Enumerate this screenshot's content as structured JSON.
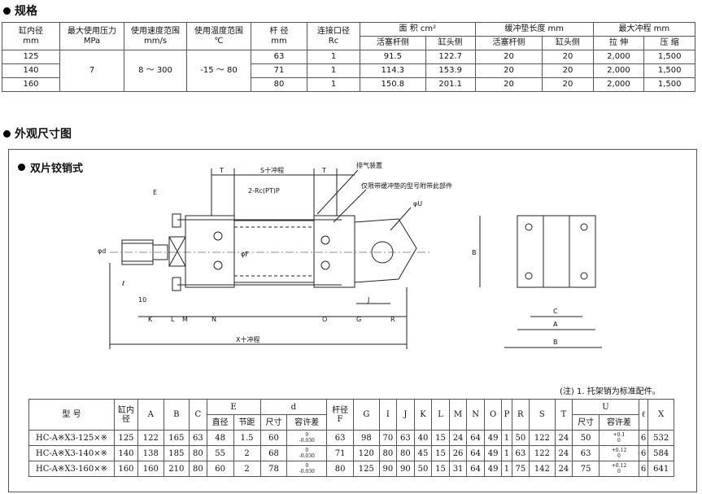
{
  "sections": {
    "spec_title": "规格",
    "outline_title": "外观尺寸图",
    "style_title": "双片铰销式"
  },
  "spec": {
    "headers": {
      "bore": "缸内径",
      "bore_unit": "mm",
      "pressure": "最大使用压力",
      "pressure_unit": "MPa",
      "speed": "使用速度范围",
      "speed_unit": "mm/s",
      "temp": "使用温度范围",
      "temp_unit": "℃",
      "rod": "杆  径",
      "rod_unit": "mm",
      "port": "连接口径",
      "port_unit": "Rc",
      "area": "面  积  cm²",
      "area_piston": "活塞杆侧",
      "area_head": "缸头侧",
      "cushion": "缓冲垫长度  mm",
      "cushion_piston": "活塞杆侧",
      "cushion_head": "缸头侧",
      "stroke": "最大冲程  mm",
      "stroke_extend": "拉  伸",
      "stroke_compress": "压  缩"
    },
    "pressure": "7",
    "speed": "8 ～ 300",
    "temp": "-15 ～ 80",
    "rows": [
      {
        "bore": "125",
        "rod": "63",
        "port": "1",
        "a1": "91.5",
        "a2": "122.7",
        "c1": "20",
        "c2": "20",
        "s1": "2,000",
        "s2": "1,500"
      },
      {
        "bore": "140",
        "rod": "71",
        "port": "1",
        "a1": "114.3",
        "a2": "153.9",
        "c1": "20",
        "c2": "20",
        "s1": "2,000",
        "s2": "1,500"
      },
      {
        "bore": "160",
        "rod": "80",
        "port": "1",
        "a1": "150.8",
        "a2": "201.1",
        "c1": "20",
        "c2": "20",
        "s1": "2,000",
        "s2": "1,500"
      }
    ]
  },
  "drawing": {
    "labels": {
      "t1": "T",
      "s_stroke": "S十冲程",
      "t2": "T",
      "e": "E",
      "port": "2-Rc(PT)P",
      "vent": "排气装置",
      "cushion_note": "仅限带缓冲垫的型号附带此部件",
      "phi_u": "φU",
      "phi_d": "φd",
      "phi_f": "φF",
      "l": "ℓ",
      "ten": "10",
      "k": "K",
      "l2": "L",
      "m": "M",
      "n": "N",
      "o": "O",
      "g": "G",
      "r": "R",
      "j": "J",
      "x_stroke": "X十冲程",
      "b": "B",
      "c": "C",
      "a": "A",
      "b2": "B"
    }
  },
  "note": "(注) 1. 托架销为标准配件。",
  "dims": {
    "headers": {
      "model": "型  号",
      "bore": "缸内径",
      "a": "A",
      "b": "B",
      "c": "C",
      "e": "E",
      "e_dia": "直径",
      "e_pitch": "节距",
      "d": "d",
      "d_size": "尺寸",
      "d_tol": "容许差",
      "rod": "杆径",
      "rod_f": "F",
      "g": "G",
      "i": "I",
      "j": "J",
      "k": "K",
      "l": "L",
      "m": "M",
      "n": "N",
      "o": "O",
      "p": "P",
      "r": "R",
      "s": "S",
      "t": "T",
      "u": "U",
      "u_size": "尺寸",
      "u_tol": "容许差",
      "ell": "ℓ",
      "x": "X"
    },
    "rows": [
      {
        "model": "HC-A※X3-125×※",
        "bore": "125",
        "a": "122",
        "b": "165",
        "c": "63",
        "e1": "48",
        "e2": "1.5",
        "d": "60",
        "dt_hi": "0",
        "dt_lo": "-0.030",
        "f": "63",
        "g": "98",
        "i": "70",
        "j": "63",
        "k": "40",
        "l": "15",
        "m": "24",
        "n": "64",
        "o": "49",
        "p": "1",
        "r": "50",
        "s": "122",
        "t": "24",
        "u": "50",
        "ut_hi": "+0.1",
        "ut_lo": "0",
        "ell": "6",
        "x": "532"
      },
      {
        "model": "HC-A※X3-140×※",
        "bore": "140",
        "a": "138",
        "b": "185",
        "c": "80",
        "e1": "55",
        "e2": "2",
        "d": "68",
        "dt_hi": "0",
        "dt_lo": "-0.030",
        "f": "71",
        "g": "120",
        "i": "80",
        "j": "80",
        "k": "45",
        "l": "15",
        "m": "26",
        "n": "64",
        "o": "49",
        "p": "1",
        "r": "63",
        "s": "122",
        "t": "24",
        "u": "63",
        "ut_hi": "+0.12",
        "ut_lo": "0",
        "ell": "6",
        "x": "584"
      },
      {
        "model": "HC-A※X3-160×※",
        "bore": "160",
        "a": "160",
        "b": "210",
        "c": "80",
        "e1": "60",
        "e2": "2",
        "d": "78",
        "dt_hi": "0",
        "dt_lo": "-0.030",
        "f": "80",
        "g": "125",
        "i": "90",
        "j": "90",
        "k": "50",
        "l": "15",
        "m": "31",
        "n": "64",
        "o": "49",
        "p": "1",
        "r": "75",
        "s": "142",
        "t": "24",
        "u": "75",
        "ut_hi": "+0.12",
        "ut_lo": "0",
        "ell": "6",
        "x": "641"
      }
    ]
  }
}
